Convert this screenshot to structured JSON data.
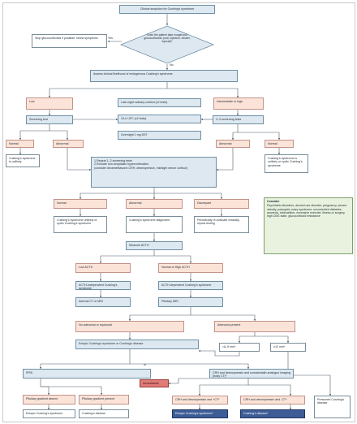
{
  "nodes": {
    "clinical_suspicion": "Clinical suspicion for Cushing's syndrome",
    "glucocorticoids_question": "Does the patient take exogenous glucocorticoids (oral, injection, inhaler, topical)?",
    "stop_glucocorticoids": "Stop glucocorticoids if possible; follow symptoms",
    "assess_likelihood": "Assess clinical likelihood of endogenous Cushing's syndrome",
    "low": "Low",
    "intermediate_high": "Intermediate or high",
    "late_night_cortisol": "Late-night salivary cortisol (x2 tests)",
    "ufc": "24-h UFC (x2 tests)",
    "dst": "Overnight 1 mg DST",
    "screening_test": "Screening test",
    "screening_tests_2_3": "2–3 screening tests",
    "normal_left": "Normal",
    "abnormal_left": "Abnormal",
    "abnormal_right": "Abnormal",
    "normal_right": "Normal",
    "unlikely_left": "Cushing's syndrome is unlikely",
    "unlikely_cyclic_right": "Cushing's syndrome is unlikely or cyclic Cushing's syndrome",
    "repeat_tests": "1 Repeat 1–2 screening tests\n2 Exclude non-neoplastic hypercortisolism\n(consider dexamethasone-CRH, desmopressin, midnight serum cortisol)",
    "normal_mid": "Normal",
    "abnormal_mid": "Abnormal",
    "discrepant": "Discrepant",
    "unlikely_cyclic_mid": "Cushing's syndrome unlikely or cyclic Cushing's syndrome",
    "diagnosed": "Cushing's syndrome diagnosed",
    "periodic_reeval": "Periodically re-evaluate clinically, repeat testing",
    "consider_title": "Consider",
    "consider_body": "Psychiatric disorders, alcohol use disorder, pregnancy, severe obesity, polycystic ovary syndrome, uncontrolled diabetes, anorexia, malnutrition, excessive exercise, illness or surgery, high CBG state, glucocorticoid resistance",
    "measure_acth": "Measure ACTH",
    "low_acth": "Low ACTH",
    "normal_high_acth": "Normal or High ACTH",
    "acth_independent": "ACTH-independent Cushing's syndrome",
    "acth_dependent": "ACTH-dependent Cushing's syndrome",
    "adrenal_ct": "Adrenal CT or MRI",
    "pituitary_mri": "Pituitary MRI",
    "no_adenoma": "No adenoma or equivocal",
    "adenoma_present": "Adenoma present",
    "ectopic_or_disease": "Ectopic Cushing's syndrome or Cushing's disease",
    "lt_6_9": "<6–9 mm*",
    "gt_10": "≥10 mm*",
    "or_label": "or",
    "ipss": "IPSS",
    "ct_imaging": "CRH and desmopressin and somatostatin analogue imaging (body CT)*",
    "inconclusive": "Inconclusive",
    "pituitary_absent": "Pituitary gradient absent",
    "pituitary_present": "Pituitary gradient present",
    "crh_pos_ct": "CRH and desmopressin and +CT*",
    "crh_neg_ct": "CRH and desmopressin and -CT*",
    "ectopic_left": "Ectopic Cushing's syndrome",
    "disease_left": "Cushing's disease",
    "ectopic_right": "Ectopic Cushing's syndrome*",
    "disease_right": "Cushing's disease*",
    "presumed_disease": "Presumed Cushing's disease"
  },
  "edge_labels": {
    "yes_top": "Yes",
    "no_bottom": "No"
  }
}
